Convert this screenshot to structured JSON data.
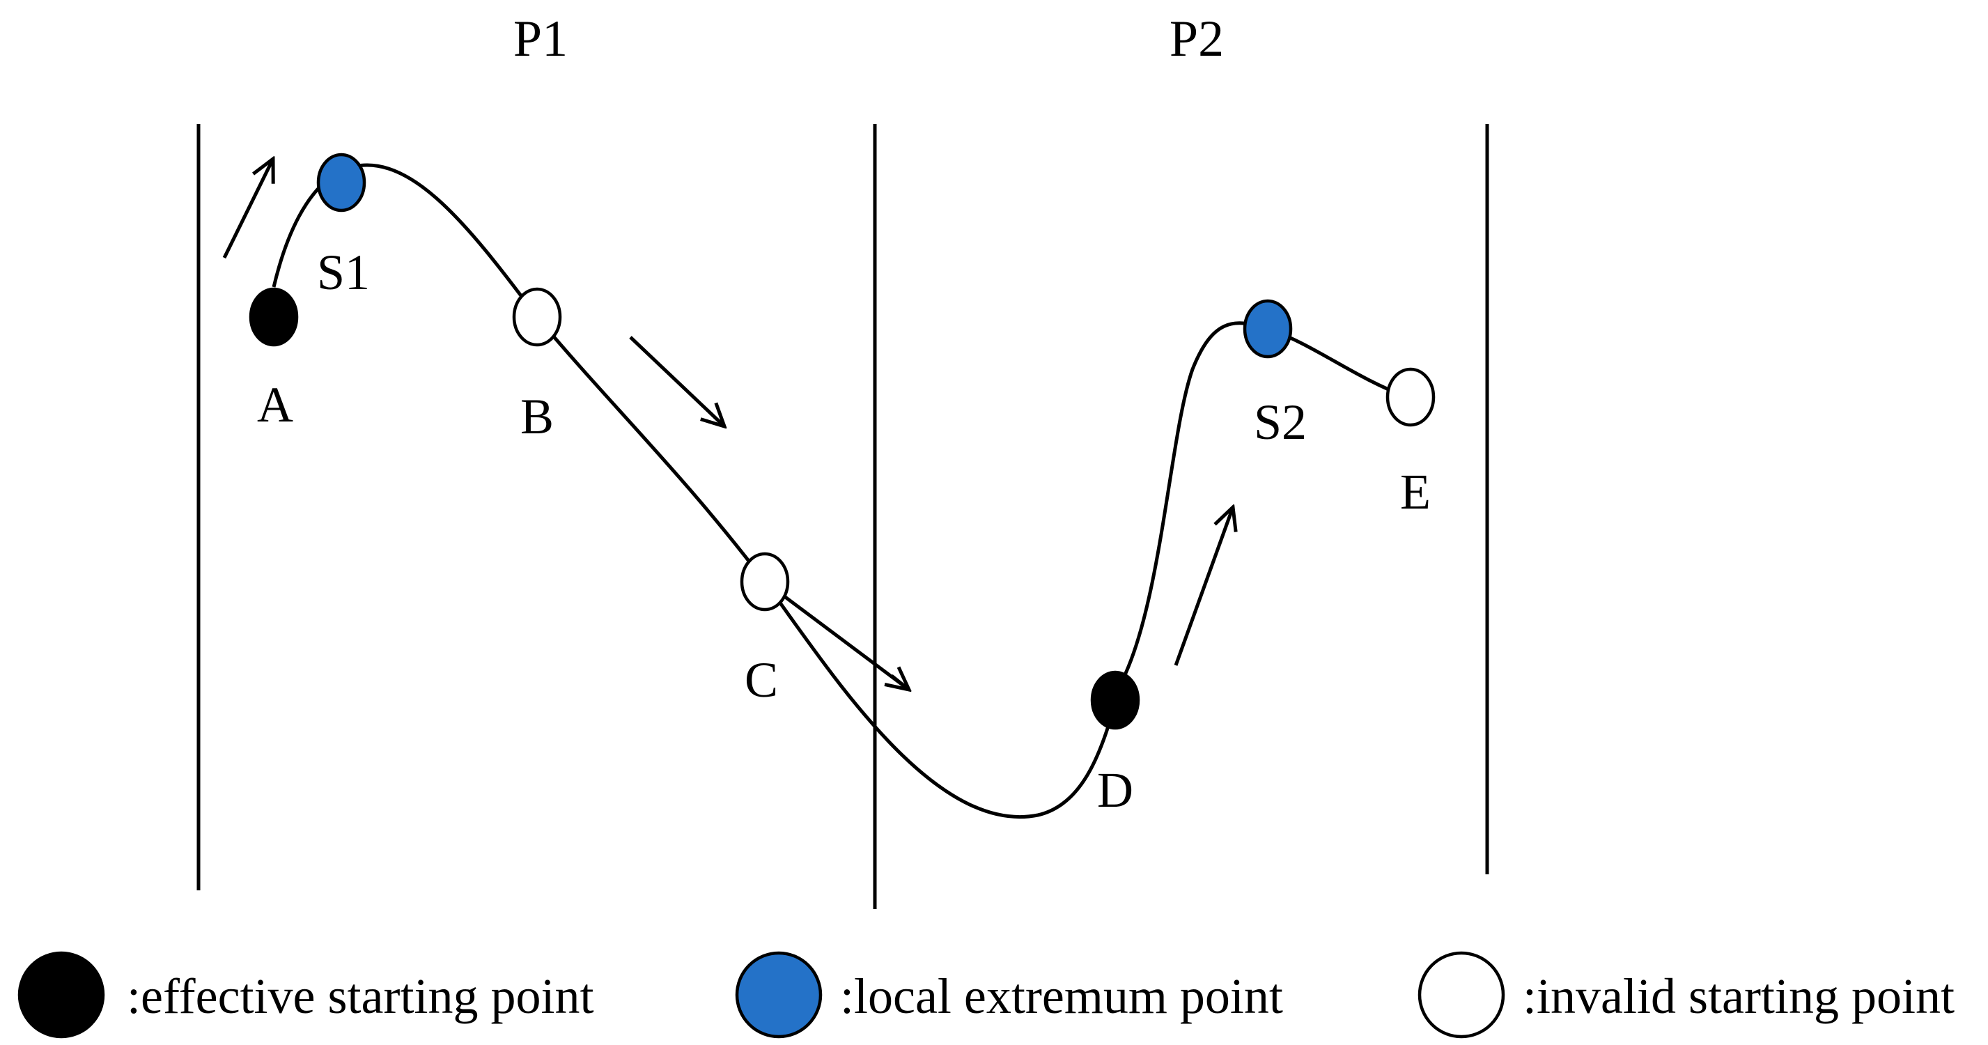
{
  "regions": [
    {
      "id": "p1",
      "label": "P1"
    },
    {
      "id": "p2",
      "label": "P2"
    }
  ],
  "points": {
    "A": {
      "label": "A",
      "type": "effective"
    },
    "S1": {
      "label": "S1",
      "type": "extremum"
    },
    "B": {
      "label": "B",
      "type": "invalid"
    },
    "C": {
      "label": "C",
      "type": "invalid"
    },
    "D": {
      "label": "D",
      "type": "effective"
    },
    "S2": {
      "label": "S2",
      "type": "extremum"
    },
    "E": {
      "label": "E",
      "type": "invalid"
    }
  },
  "legend": [
    {
      "type": "effective",
      "text": ":effective starting point"
    },
    {
      "type": "extremum",
      "text": ":local extremum point"
    },
    {
      "type": "invalid",
      "text": ":invalid starting point"
    }
  ],
  "colors": {
    "effective": "#000000",
    "extremum": "#2472c8",
    "invalid": "#ffffff",
    "line": "#000000"
  }
}
